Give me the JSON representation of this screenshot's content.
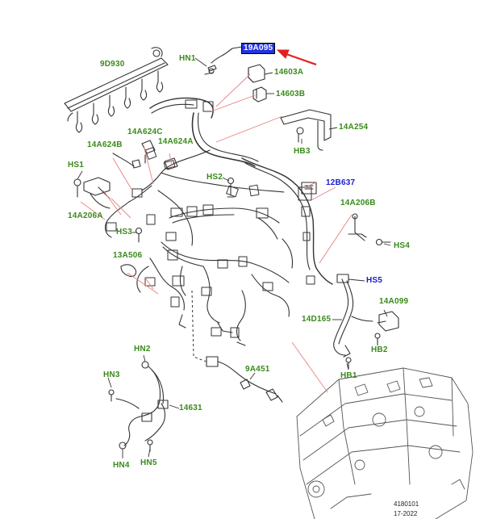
{
  "labels": {
    "n19A095": "19A095",
    "HN1": "HN1",
    "n9D930": "9D930",
    "n14603A": "14603A",
    "n14603B": "14603B",
    "n14A254": "14A254",
    "HB3": "HB3",
    "n14A624C": "14A624C",
    "n14A624B": "14A624B",
    "n14A624A": "14A624A",
    "HS1": "HS1",
    "HS2": "HS2",
    "n12B637": "12B637",
    "n14A206A": "14A206A",
    "n14A206B": "14A206B",
    "HS3": "HS3",
    "HS4": "HS4",
    "n13A506": "13A506",
    "HS5": "HS5",
    "n14A099": "14A099",
    "n14D165": "14D165",
    "HB2": "HB2",
    "HB1": "HB1",
    "HN2": "HN2",
    "HN3": "HN3",
    "n9A451": "9A451",
    "n14631": "14631",
    "HN4": "HN4",
    "HN5": "HN5"
  },
  "reference": {
    "code": "4180101",
    "date": "17-2022"
  },
  "colors": {
    "label_green": "#3a8a1a",
    "label_blue": "#1a1acc",
    "highlight_bg": "#2233dd",
    "pointer_red": "#e02020",
    "leader_line": "#e88080",
    "part_line": "#333333"
  }
}
